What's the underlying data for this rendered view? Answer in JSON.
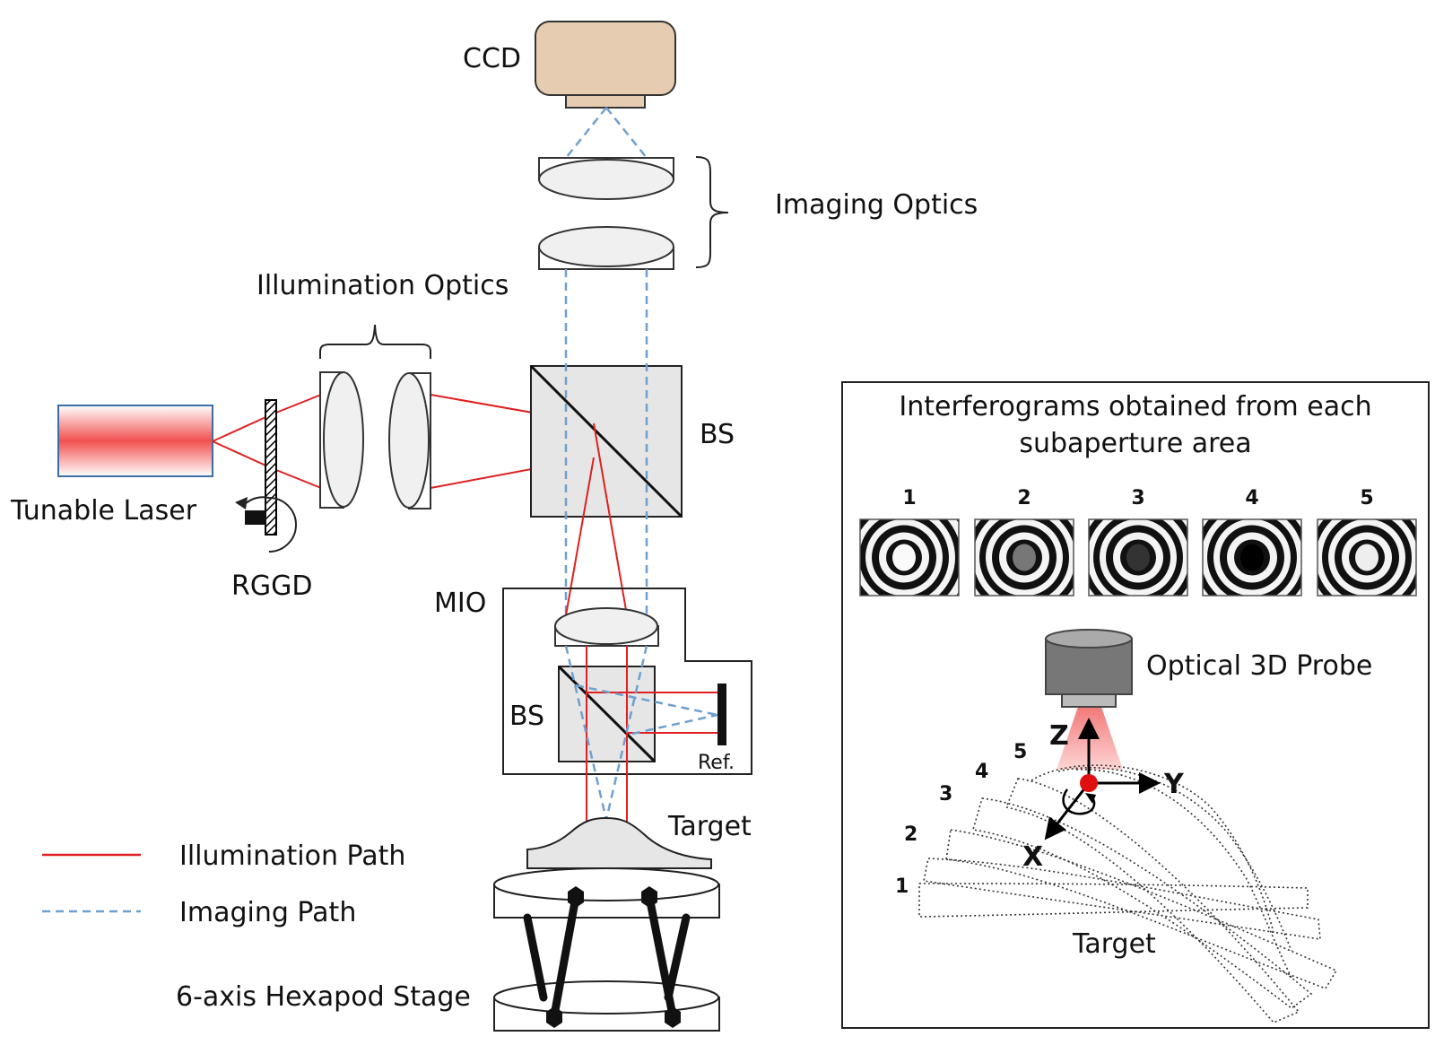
{
  "labels": {
    "ccd": "CCD",
    "imaging_optics": "Imaging Optics",
    "illumination_optics": "Illumination Optics",
    "bs_main": "BS",
    "tunable_laser": "Tunable Laser",
    "rggd": "RGGD",
    "mio": "MIO",
    "bs_mio": "BS",
    "ref": "Ref.",
    "target_main": "Target",
    "hexapod": "6-axis Hexapod Stage"
  },
  "legend": {
    "illumination_path": "Illumination Path",
    "imaging_path": "Imaging Path"
  },
  "inset": {
    "title_line1": "Interferograms obtained from each",
    "title_line2": "subaperture area",
    "interferograms": [
      "1",
      "2",
      "3",
      "4",
      "5"
    ],
    "probe_label": "Optical 3D Probe",
    "axis_z": "Z",
    "axis_y": "Y",
    "axis_x": "X",
    "subapertures": [
      "1",
      "2",
      "3",
      "4",
      "5"
    ],
    "target_label": "Target"
  },
  "colors": {
    "illumination": "#e02020",
    "imaging": "#6fa0cf",
    "ccd_body": "#e6cdb2",
    "component_fill": "#e6e6e6",
    "probe_body": "#7a7a7a",
    "probe_cone": "#f07070"
  }
}
